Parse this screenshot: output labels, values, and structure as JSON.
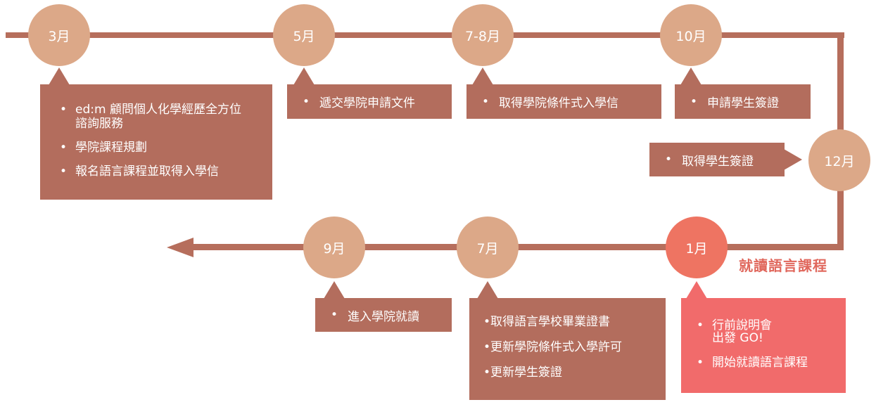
{
  "colors": {
    "line": "#B66E5C",
    "circle": "#DCA888",
    "highlight_circle": "#EE7462",
    "box": "#B36D5D",
    "highlight_box": "#F16B6B",
    "label": "#E0675C"
  },
  "milestones": [
    {
      "month": "3月",
      "items": [
        "ed:m 顧問個人化學經歷全方位諮詢服務",
        "學院課程規劃",
        "報名語言課程並取得入學信"
      ]
    },
    {
      "month": "5月",
      "items": [
        "遞交學院申請文件"
      ]
    },
    {
      "month": "7-8月",
      "items": [
        "取得學院條件式入學信"
      ]
    },
    {
      "month": "10月",
      "items": [
        "申請學生簽證"
      ]
    },
    {
      "month": "12月",
      "items": [
        "取得學生簽證"
      ]
    },
    {
      "month": "1月",
      "label": "就讀語言課程",
      "items": [
        "行前說明會",
        "出發 GO!",
        "開始就讀語言課程"
      ]
    },
    {
      "month": "7月",
      "items": [
        "•取得語言學校畢業證書",
        "•更新學院條件式入學許可",
        "•更新學生簽證"
      ]
    },
    {
      "month": "9月",
      "items": [
        "進入學院就讀"
      ]
    }
  ]
}
